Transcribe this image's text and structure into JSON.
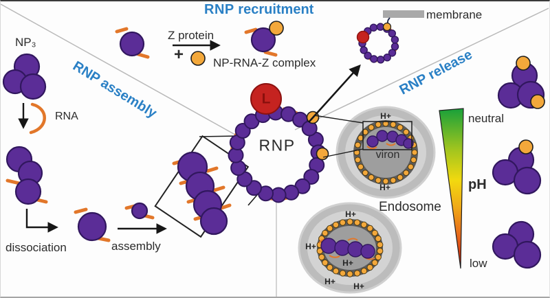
{
  "colors": {
    "purple": "#5b2d97",
    "purple_dark": "#31175e",
    "z_orange": "#f3a83b",
    "rna": "#e2772a",
    "red": "#c52320",
    "red_dark": "#8c1210",
    "blue": "#2a80c5",
    "membrane": "#a9a9a9",
    "ph_green": "#18a03a",
    "ph_yellow": "#f2d90f",
    "ph_orange": "#f0a818",
    "ph_red": "#c3180f",
    "text": "#2b2b2b"
  },
  "headings": {
    "recruitment_prefix": "RNP",
    "recruitment_suffix": " recruitment",
    "assembly": "RNP assembly",
    "release": "RNP release"
  },
  "labels": {
    "np3": "NP₃",
    "rna": "RNA",
    "dissociation": "dissociation",
    "assembly_step": "assembly",
    "z_protein": "Z protein",
    "plus": "+",
    "np_rna_z_complex": "NP-RNA-Z complex",
    "membrane": "membrane",
    "rnp": "RNP",
    "l_protein": "L",
    "viron": "viron",
    "endosome": "Endosome",
    "h_plus": "H+",
    "neutral": "neutral",
    "ph": "pH",
    "low": "low"
  }
}
